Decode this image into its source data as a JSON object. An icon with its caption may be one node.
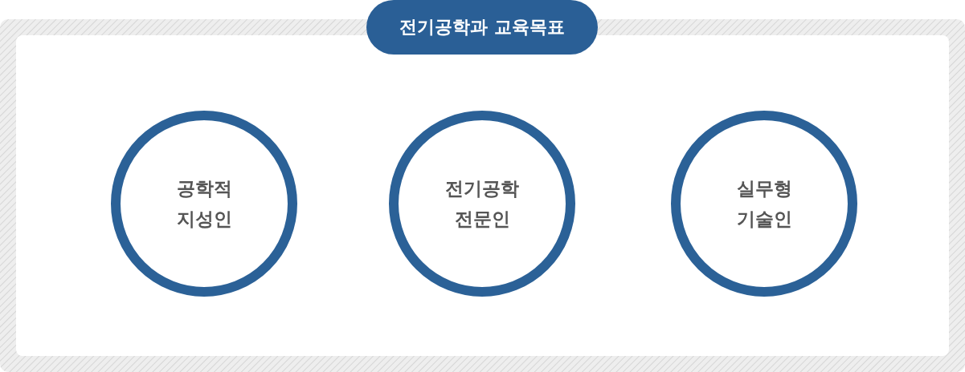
{
  "diagram": {
    "title": "전기공학과 교육목표",
    "nodes": [
      {
        "text": [
          "공학적 지성인"
        ]
      },
      {
        "text": [
          "전기공학 전문인"
        ]
      },
      {
        "text": [
          "실무형 기술인"
        ]
      }
    ]
  }
}
